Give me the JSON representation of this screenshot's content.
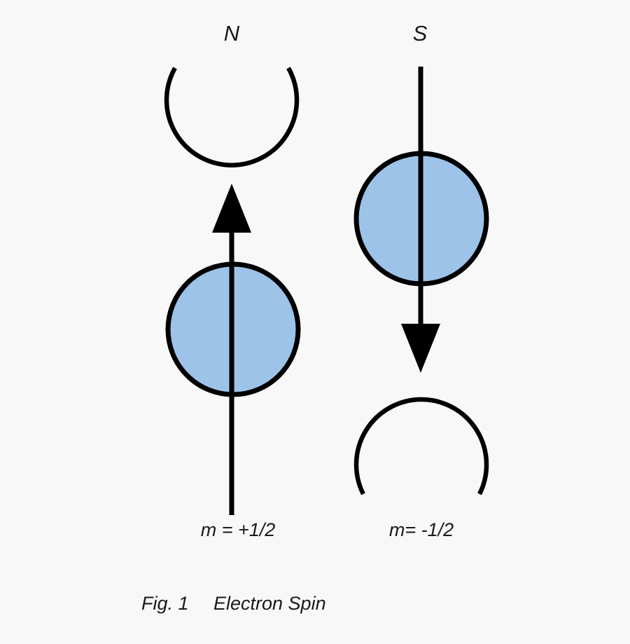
{
  "figure": {
    "caption_label": "Fig. 1",
    "caption_title": "Electron Spin"
  },
  "spin_up": {
    "pole_label": "N",
    "quantum_label": "m = +1/2",
    "arrow_direction": "up"
  },
  "spin_down": {
    "pole_label": "S",
    "quantum_label": "m= -1/2",
    "arrow_direction": "down"
  },
  "colors": {
    "electron_fill": "#9dc3e8",
    "line": "#000000",
    "background": "#f8f8f8"
  }
}
